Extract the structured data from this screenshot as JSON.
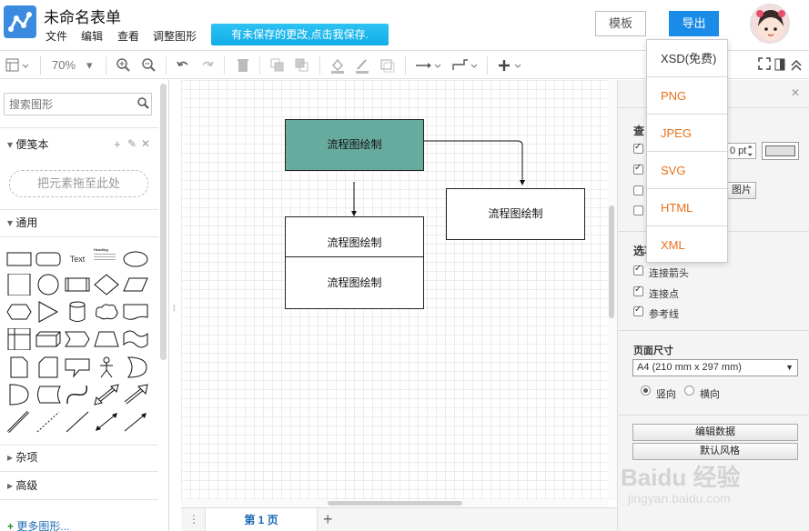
{
  "app": {
    "title": "未命名表单",
    "menu": [
      "文件",
      "编辑",
      "查看",
      "调整图形"
    ],
    "save_banner": "有未保存的更改,点击我保存.",
    "template_label": "模板",
    "export_label": "导出"
  },
  "toolbar": {
    "zoom": "70%"
  },
  "sidebar": {
    "search_placeholder": "搜索图形",
    "scratchpad_label": "便笺本",
    "drop_hint": "把元素拖至此处",
    "general_label": "通用",
    "misc_label": "杂项",
    "advanced_label": "高级",
    "more_shapes": "更多图形...",
    "text_shape_label": "Text",
    "heading_shape_label": "Heading"
  },
  "canvas": {
    "nodes": [
      "流程图绘制",
      "流程图绘制",
      "流程图绘制",
      "流程图绘制"
    ],
    "colors": {
      "selected_fill": "#67ab9f",
      "grid": "#ececec"
    }
  },
  "pages": {
    "tab_label": "第 1 页"
  },
  "right_panel": {
    "view_label_partial": "查",
    "pt_value": "0 pt",
    "image_btn_partial": "图片",
    "options_label_partial": "选项",
    "connect_arrows": "连接箭头",
    "connect_points": "连接点",
    "guides": "参考线",
    "page_size_label": "页面尺寸",
    "page_size_value": "A4 (210 mm x 297 mm)",
    "portrait": "竖向",
    "landscape": "横向",
    "edit_data": "编辑数据",
    "default_style_partial": "默认风格"
  },
  "export_menu": {
    "items": [
      "XSD(免费)",
      "PNG",
      "JPEG",
      "SVG",
      "HTML",
      "XML"
    ],
    "colors": {
      "format_text": "#e8711a",
      "export_button": "#1a8ce8"
    }
  },
  "watermark": {
    "text": "Baidu 经验",
    "url": "jingyan.baidu.com"
  }
}
